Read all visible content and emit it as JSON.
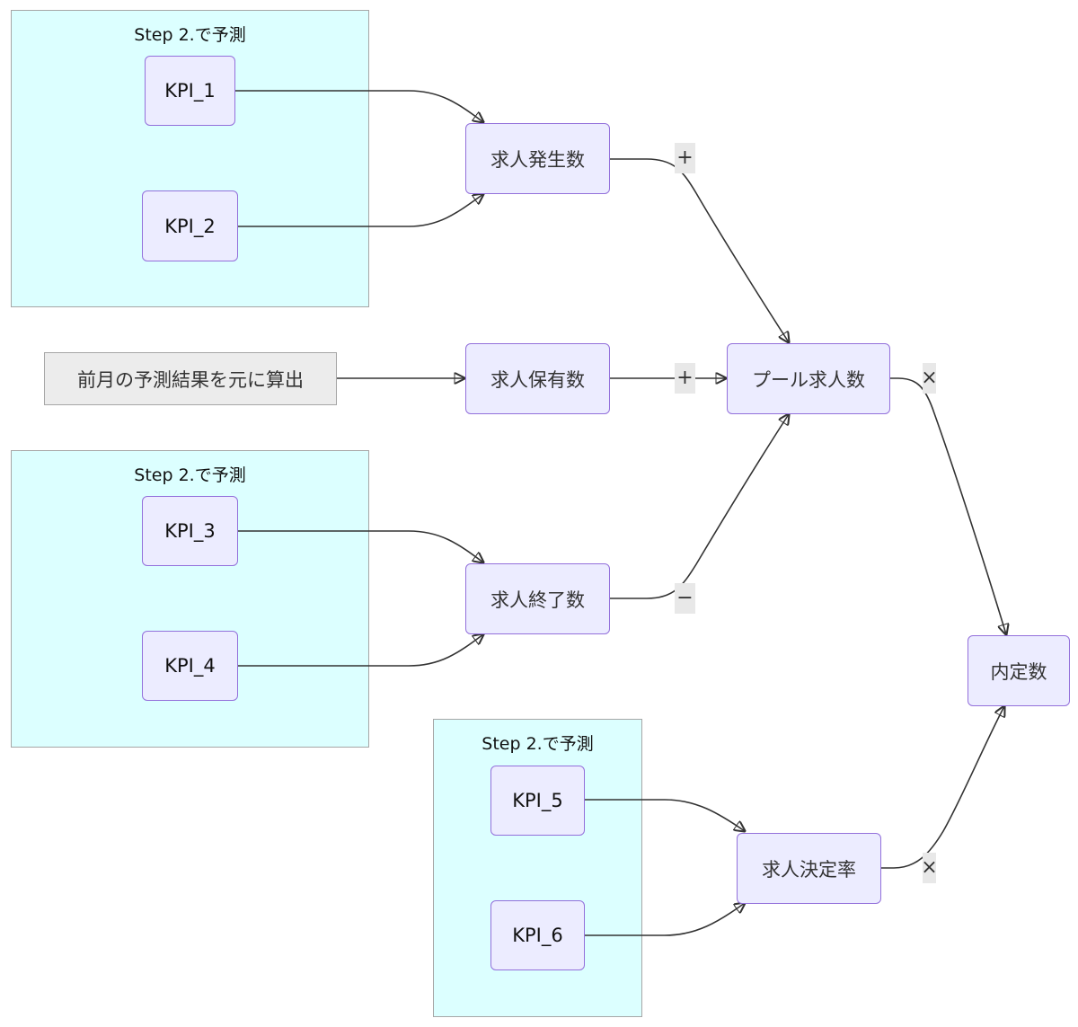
{
  "clusters": [
    {
      "id": "cluster-1",
      "title": "Step 2.で予測"
    },
    {
      "id": "cluster-2",
      "title": "Step 2.で予測"
    },
    {
      "id": "cluster-3",
      "title": "Step 2.で予測"
    }
  ],
  "nodes": {
    "kpi1": "KPI_1",
    "kpi2": "KPI_2",
    "kpi3": "KPI_3",
    "kpi4": "KPI_4",
    "kpi5": "KPI_5",
    "kpi6": "KPI_6",
    "prev_month": "前月の予測結果を元に算出",
    "job_created": "求人発生数",
    "job_held": "求人保有数",
    "job_ended": "求人終了数",
    "pool": "プール求人数",
    "decision_rate": "求人決定率",
    "offers": "内定数"
  },
  "edges": [
    {
      "from": "KPI_1",
      "to": "求人発生数",
      "label": ""
    },
    {
      "from": "KPI_2",
      "to": "求人発生数",
      "label": ""
    },
    {
      "from": "前月の予測結果を元に算出",
      "to": "求人保有数",
      "label": ""
    },
    {
      "from": "KPI_3",
      "to": "求人終了数",
      "label": ""
    },
    {
      "from": "KPI_4",
      "to": "求人終了数",
      "label": ""
    },
    {
      "from": "求人発生数",
      "to": "プール求人数",
      "label": "+"
    },
    {
      "from": "求人保有数",
      "to": "プール求人数",
      "label": "+"
    },
    {
      "from": "求人終了数",
      "to": "プール求人数",
      "label": "−"
    },
    {
      "from": "KPI_5",
      "to": "求人決定率",
      "label": ""
    },
    {
      "from": "KPI_6",
      "to": "求人決定率",
      "label": ""
    },
    {
      "from": "プール求人数",
      "to": "内定数",
      "label": "×"
    },
    {
      "from": "求人決定率",
      "to": "内定数",
      "label": "×"
    }
  ],
  "edge_labels": {
    "created_to_pool": "+",
    "held_to_pool": "+",
    "ended_to_pool": "−",
    "pool_to_offers": "×",
    "rate_to_offers": "×"
  }
}
